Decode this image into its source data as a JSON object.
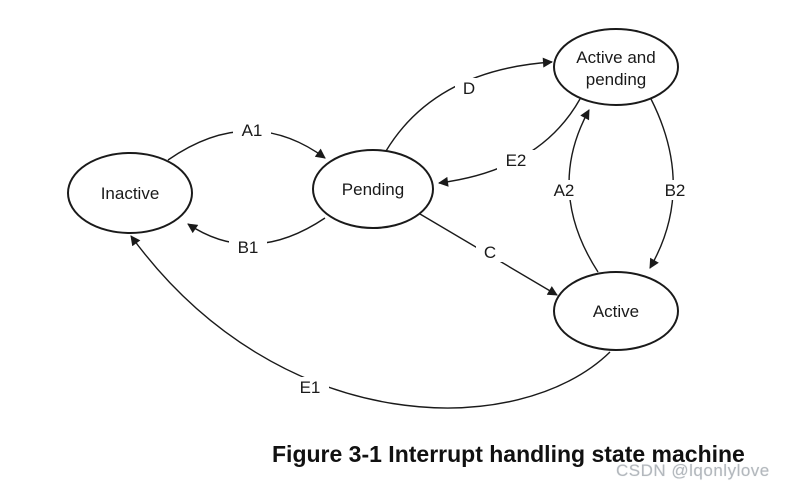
{
  "figure": {
    "caption": "Figure 3-1 Interrupt handling state machine",
    "watermark": "CSDN @lqonlylove"
  },
  "diagram": {
    "type": "state-machine",
    "states": {
      "inactive": {
        "label": "Inactive"
      },
      "pending": {
        "label": "Pending"
      },
      "active_and_pending": {
        "label": "Active and pending",
        "line1": "Active and",
        "line2": "pending"
      },
      "active": {
        "label": "Active"
      }
    },
    "transitions": {
      "a1": {
        "label": "A1",
        "from": "Inactive",
        "to": "Pending"
      },
      "b1": {
        "label": "B1",
        "from": "Pending",
        "to": "Inactive"
      },
      "d": {
        "label": "D",
        "from": "Pending",
        "to": "Active and pending"
      },
      "e2": {
        "label": "E2",
        "from": "Active and pending",
        "to": "Pending"
      },
      "a2": {
        "label": "A2",
        "from": "Active",
        "to": "Active and pending"
      },
      "b2": {
        "label": "B2",
        "from": "Active and pending",
        "to": "Active"
      },
      "c": {
        "label": "C",
        "from": "Pending",
        "to": "Active"
      },
      "e1": {
        "label": "E1",
        "from": "Active",
        "to": "Inactive"
      }
    }
  },
  "colors": {
    "line": "#1a1a1a",
    "background": "#ffffff",
    "watermark": "#b3b8bd"
  }
}
